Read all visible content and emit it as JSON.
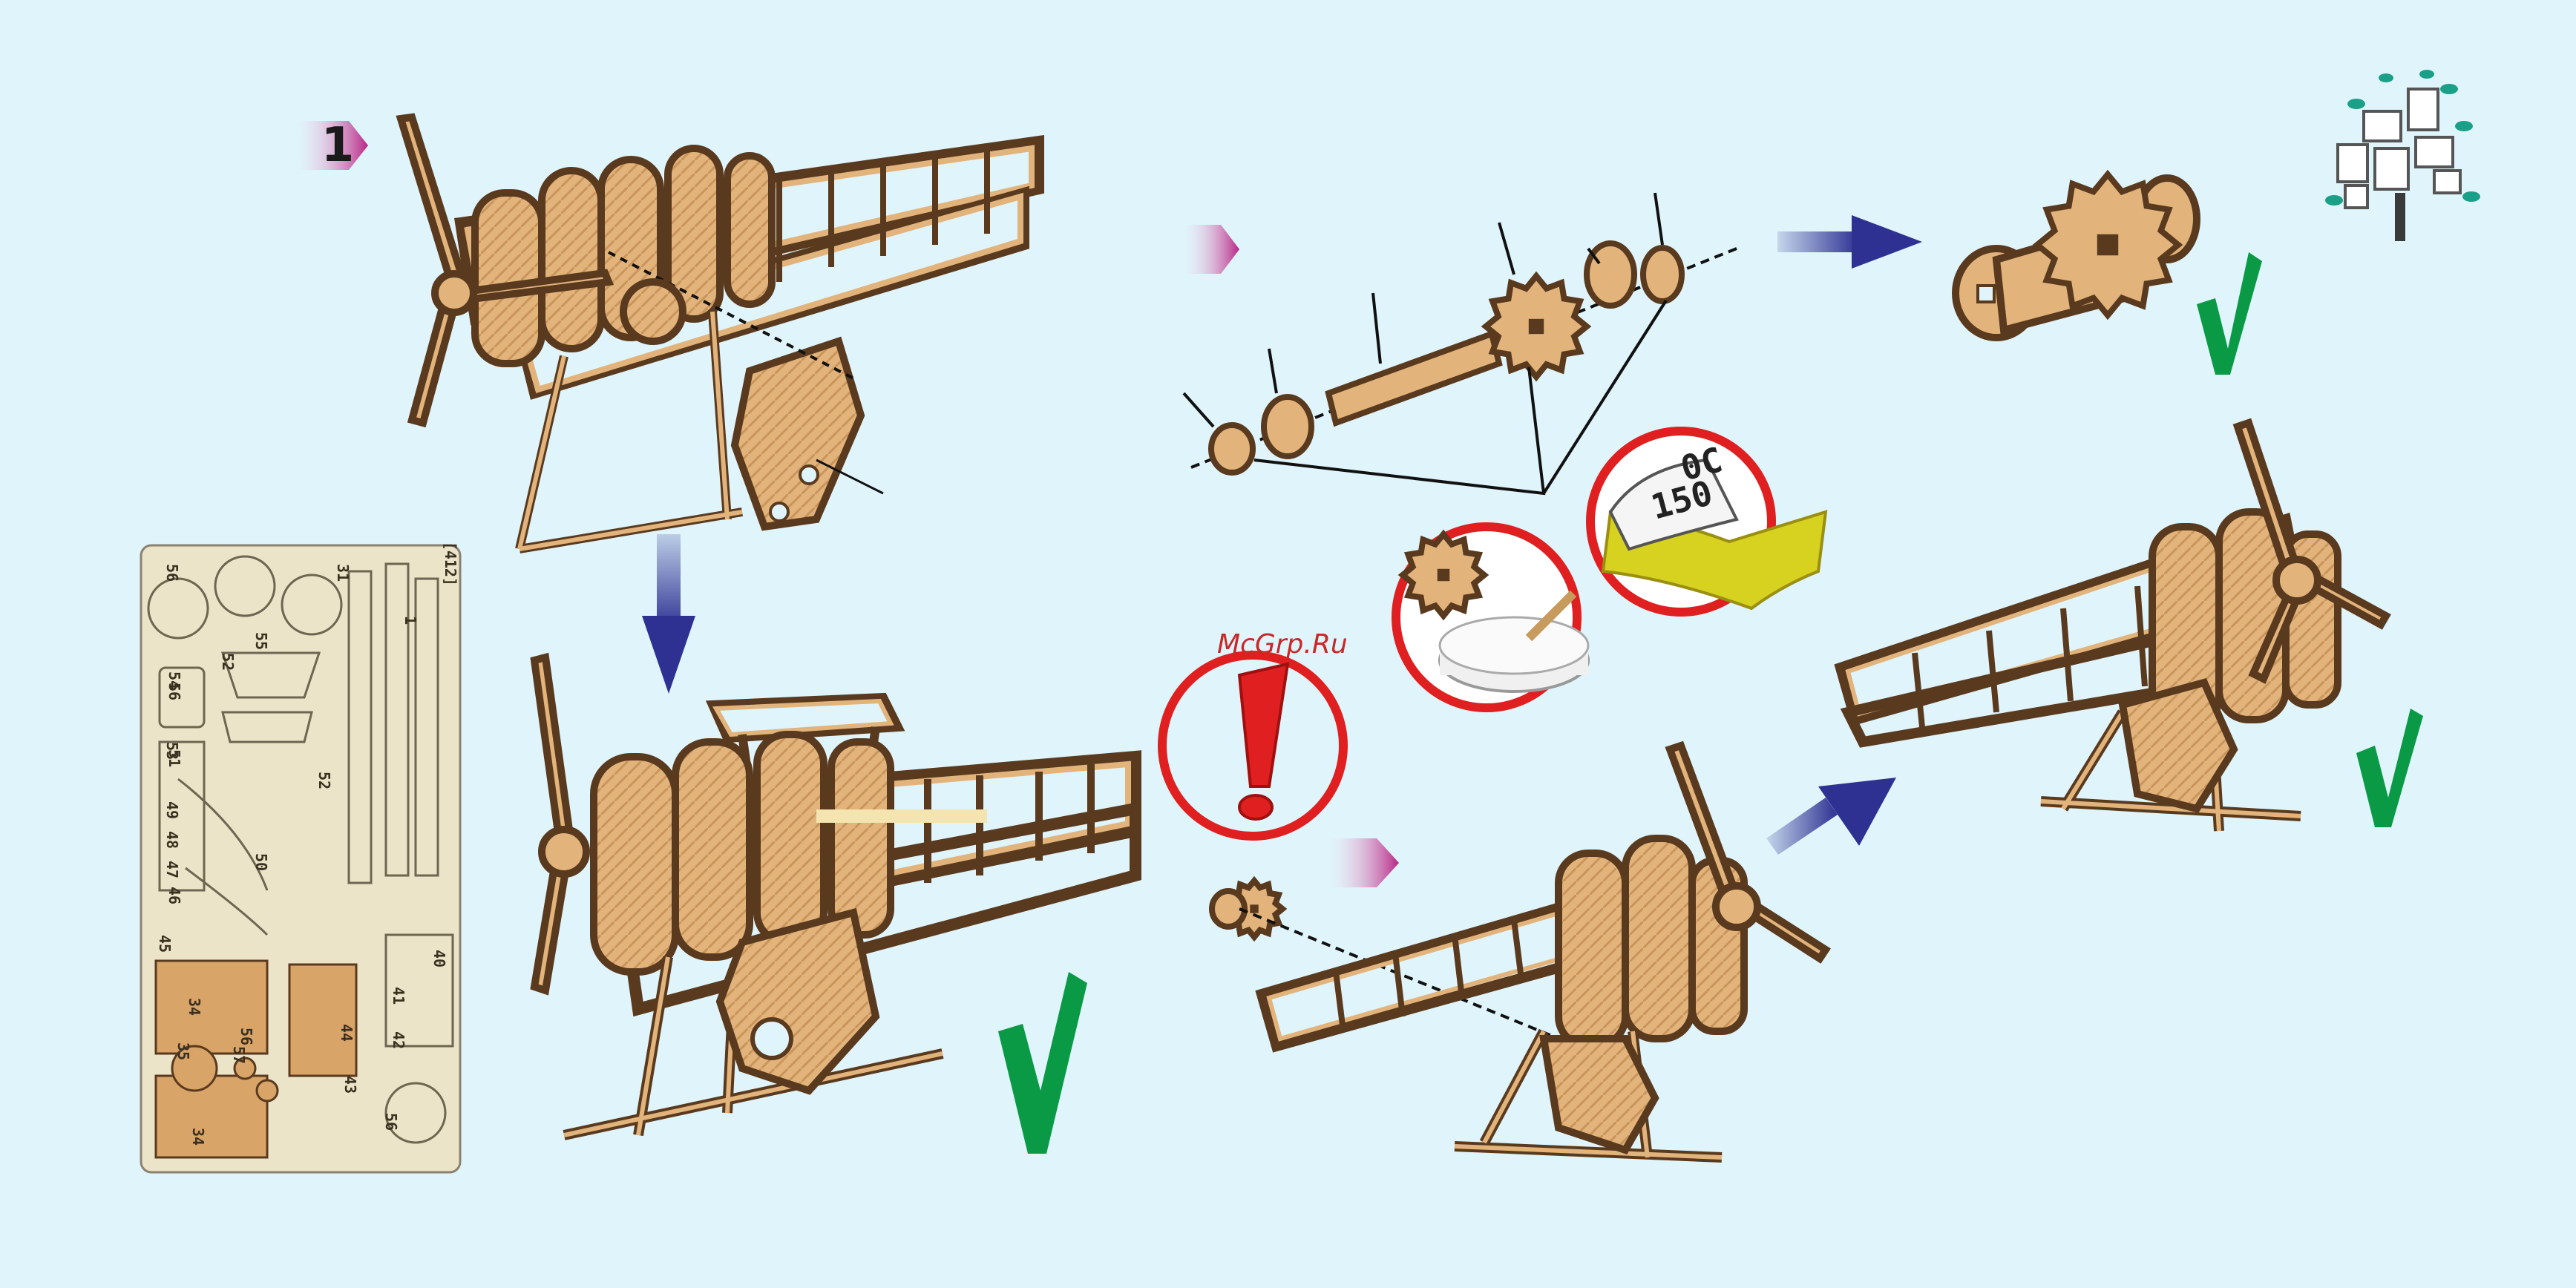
{
  "step": {
    "number": "1"
  },
  "watermark": "McGrp.Ru",
  "sheet": {
    "code": "[412]",
    "part_numbers": [
      "56",
      "31",
      "55",
      "56",
      "54",
      "52",
      "53",
      "51",
      "50",
      "49",
      "48",
      "47",
      "46",
      "45",
      "52",
      "34",
      "35",
      "57",
      "56",
      "44",
      "43",
      "40",
      "41",
      "42",
      "34",
      "56",
      "1"
    ]
  },
  "sandpaper_label": "150",
  "sandpaper_label_top": "0C",
  "colors": {
    "background": "#dff4fb",
    "arrow": "#2e3192",
    "check": "#0a9a45",
    "warning": "#e02020",
    "badge": "#c42a8e",
    "wood_light": "#e2b47c",
    "wood_dark": "#5a3a1e"
  },
  "icons": [
    "tree-logo-icon",
    "step-arrow-icon",
    "down-arrow-icon",
    "right-arrow-icon",
    "diagonal-arrow-icon",
    "checkmark-icon",
    "exclamation-icon",
    "glue-icon",
    "sandpaper-icon",
    "parts-sheet-icon",
    "axle-assembly-icon",
    "airplane-model-icon"
  ]
}
